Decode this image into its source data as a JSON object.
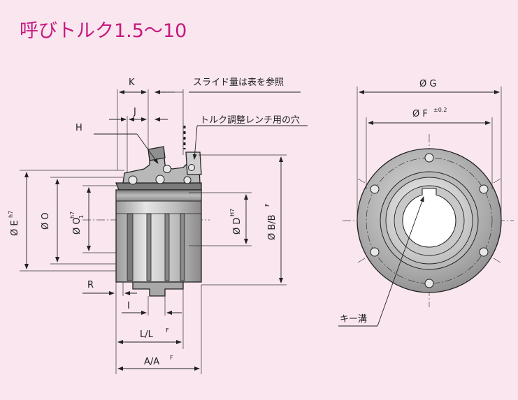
{
  "title": "呼びトルク1.5～10",
  "colors": {
    "title": "#c6197f",
    "background": "#f9e6ee",
    "metal_light": "#e6e6e6",
    "metal_mid": "#b5b5b5",
    "metal_dark": "#6e6e6e"
  },
  "labels": {
    "slide_note": "スライド量は表を参照",
    "wrench_note": "トルク調整レンチ用の穴",
    "key_note": "キー溝",
    "K": "K",
    "J": "J",
    "H": "H",
    "R": "R",
    "I": "I",
    "E": "Ø E",
    "E_sup": "h7",
    "O": "Ø O",
    "O1": "Ø O",
    "O1_sub": "1",
    "O1_sup": "h7",
    "D": "Ø D",
    "D_sup": "H7",
    "B": "Ø B/B",
    "B_sup": "F",
    "L": "L/L",
    "L_sup": "F",
    "A": "A/A",
    "A_sup": "F",
    "G": "Ø G",
    "F": "Ø F",
    "F_sup": "±0.2"
  }
}
